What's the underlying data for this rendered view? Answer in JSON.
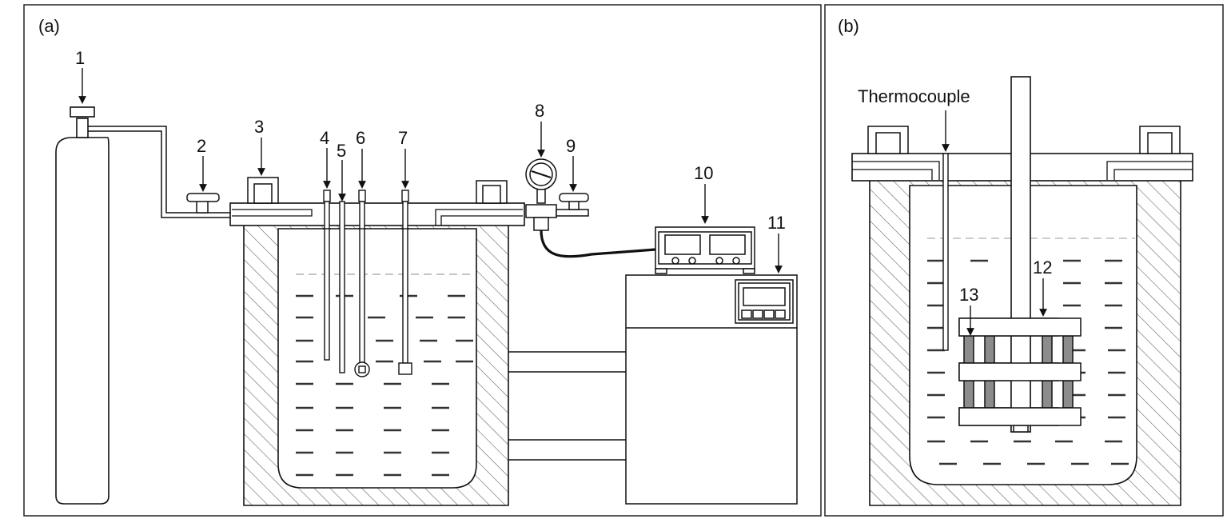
{
  "panels": {
    "a": {
      "label": "(a)"
    },
    "b": {
      "label": "(b)"
    }
  },
  "callouts_a": [
    "1",
    "2",
    "3",
    "4",
    "5",
    "6",
    "7",
    "8",
    "9",
    "10",
    "11"
  ],
  "callouts_b": {
    "thermocouple": "Thermocouple",
    "n12": "12",
    "n13": "13"
  },
  "colors": {
    "line": "#1a1a1a",
    "hatch": "#555555",
    "specimen": "#8c8c8c",
    "liquid_dash": "#3a3a3a"
  }
}
